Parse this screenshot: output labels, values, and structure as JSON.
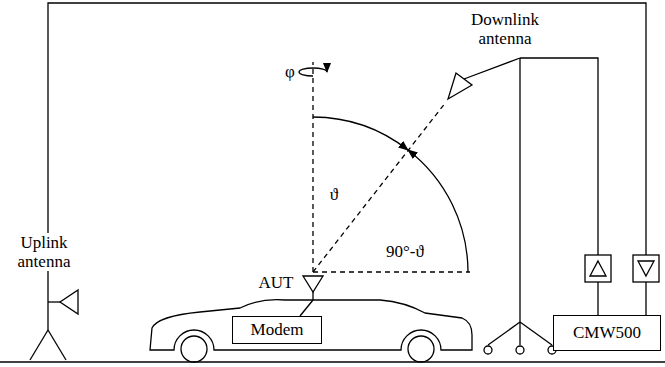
{
  "diagram": {
    "nodes": [
      {
        "text": [
          "Modem"
        ]
      },
      {
        "text": [
          "CMW500"
        ]
      }
    ],
    "labels": [
      "φ",
      "ϑ",
      "90°-ϑ",
      "Downlink antenna",
      "Uplink antenna",
      "AUT"
    ]
  }
}
